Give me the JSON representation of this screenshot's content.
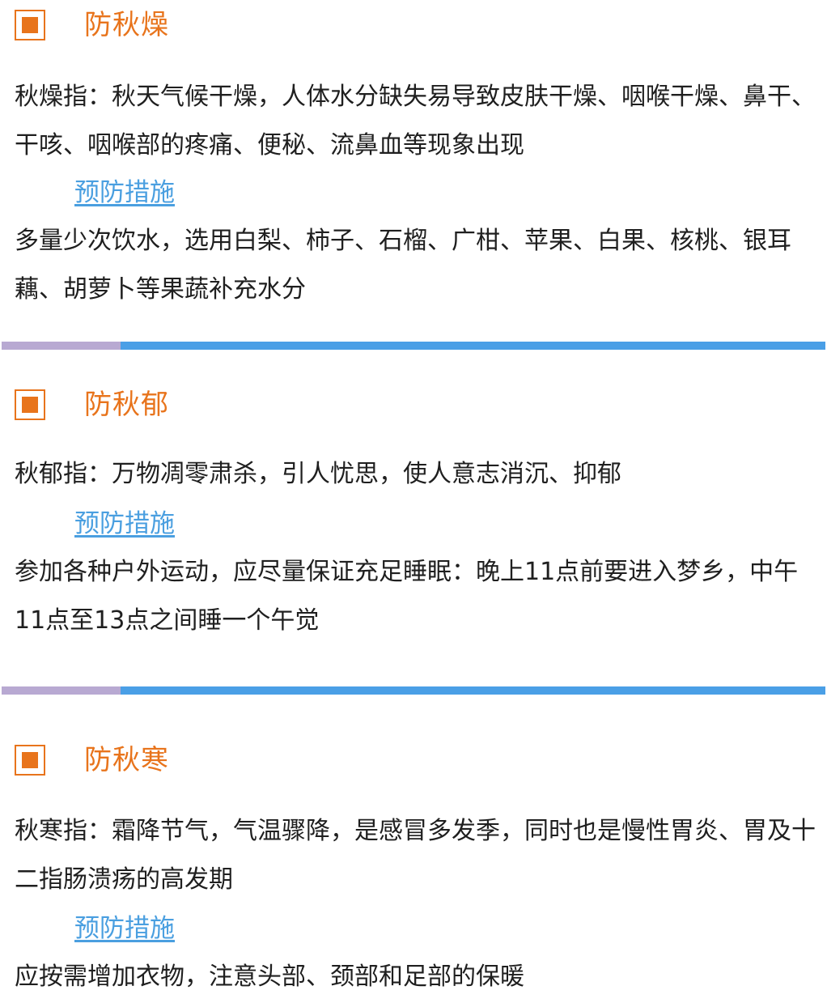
{
  "sections": [
    {
      "title": "防秋燥",
      "definition": "秋燥指：秋天气候干燥，人体水分缺失易导致皮肤干燥、咽喉干燥、鼻干、干咳、咽喉部的疼痛、便秘、流鼻血等现象出现",
      "measures_label": "预防措施",
      "measures": "多量少次饮水，选用白梨、柿子、石榴、广柑、苹果、白果、核桃、银耳藕、胡萝卜等果蔬补充水分"
    },
    {
      "title": "防秋郁",
      "definition": "秋郁指：万物凋零肃杀，引人忧思，使人意志消沉、抑郁",
      "measures_label": "预防措施",
      "measures": "参加各种户外运动，应尽量保证充足睡眠：晚上11点前要进入梦乡，中午11点至13点之间睡一个午觉"
    },
    {
      "title": "防秋寒",
      "definition": "秋寒指：霜降节气，气温骤降，是感冒多发季，同时也是慢性胃炎、胃及十二指肠溃疡的高发期",
      "measures_label": "预防措施",
      "measures": "应按需增加衣物，注意头部、颈部和足部的保暖"
    }
  ],
  "colors": {
    "accent": "#e8741c",
    "link": "#4a9fe0",
    "divider_left": "#b8a9d2",
    "divider_right": "#4a9fe6"
  }
}
